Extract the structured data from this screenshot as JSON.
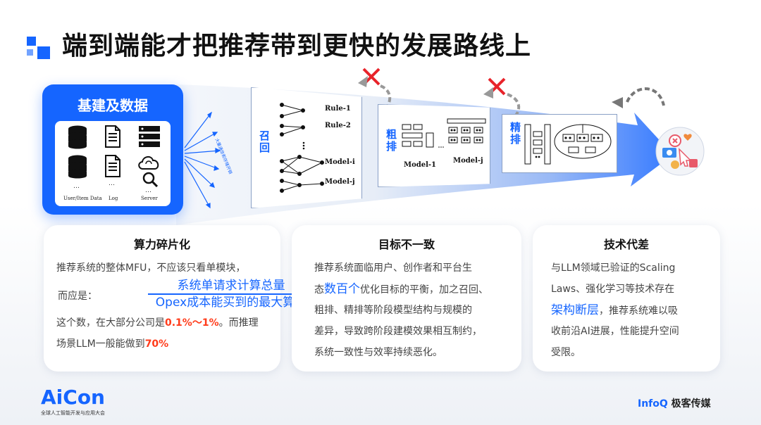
{
  "title": "端到端能才把推荐带到更快的发展路线上",
  "data_box": {
    "title": "基建及数据",
    "labels": [
      "User/Item Data",
      "Log",
      "Server"
    ],
    "dots": "…"
  },
  "side_note": "大量通信和存储开销",
  "stages": [
    {
      "label": "召回",
      "models": [
        "Rule-1",
        "Rule-2",
        "Model-i",
        "Model-j"
      ]
    },
    {
      "label": "粗排",
      "models": [
        "Model-1",
        "Model-j"
      ]
    },
    {
      "label": "精排",
      "models": []
    }
  ],
  "cards": [
    {
      "title": "算力碎片化",
      "line1": "推荐系统的整体MFU，不应该只看单模块，",
      "prefix": "而应是：",
      "numerator": "系统单请求计算总量",
      "denominator": "Opex成本能买到的最大算力",
      "line3a": "这个数，在大部分公司是",
      "line3_hl": "0.1%～1%",
      "line3b": "。而推理",
      "line4a": "场景LLM一般能做到",
      "line4_hl": "70%"
    },
    {
      "title": "目标不一致",
      "line1": "推荐系统面临用户、创作者和平台生",
      "line2a": "态",
      "line2_hl": "数百个",
      "line2b": "优化目标的平衡，加之召回、",
      "line3": "粗排、精排等阶段模型结构与规模的",
      "line4": "差异，导致跨阶段建模效果相互制约，",
      "line5": "系统一致性与效率持续恶化。"
    },
    {
      "title": "技术代差",
      "line1": "与LLM领域已验证的Scaling",
      "line2": "Laws、强化学习等技术存在",
      "line3_hl": "架构断层",
      "line3b": "，推荐系统难以吸",
      "line4": "收前沿AI进展，性能提升空间",
      "line5": "受限。"
    }
  ],
  "footer": {
    "left_logo": "AiCon",
    "left_sub": "全球人工智能开发与应用大会",
    "right_brand": "InfoQ",
    "right_text": "极客传媒"
  },
  "colors": {
    "accent": "#1565ff",
    "highlight": "#ff3b1a",
    "cross": "#e8232a"
  }
}
